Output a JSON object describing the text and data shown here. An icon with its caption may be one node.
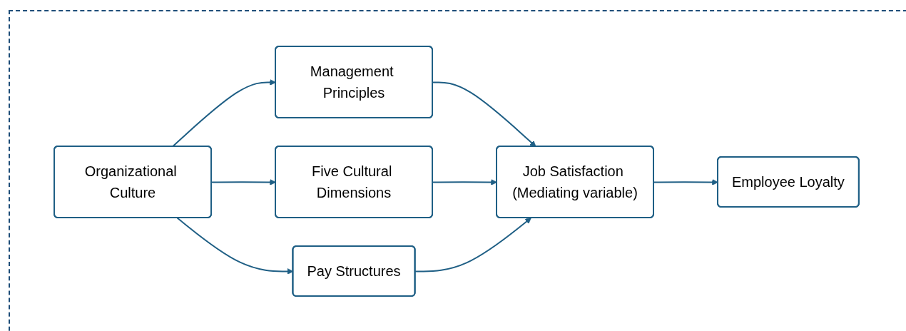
{
  "diagram": {
    "nodes": [
      {
        "text": [
          "Organizational Culture"
        ]
      },
      {
        "text": [
          "Management Principles"
        ]
      },
      {
        "text": [
          "Five Cultural Dimensions"
        ]
      },
      {
        "text": [
          "Pay Structures"
        ]
      },
      {
        "text": [
          "Job Satisfaction (Mediating variable)"
        ]
      },
      {
        "text": [
          "Employee Loyalty"
        ]
      }
    ],
    "edges": [
      {
        "from": 0,
        "to": 1,
        "arrow": "to"
      },
      {
        "from": 0,
        "to": 2,
        "arrow": "to"
      },
      {
        "from": 0,
        "to": 3,
        "arrow": "to"
      },
      {
        "from": 1,
        "to": 4,
        "arrow": "to"
      },
      {
        "from": 2,
        "to": 4,
        "arrow": "to"
      },
      {
        "from": 3,
        "to": 4,
        "arrow": "to"
      },
      {
        "from": 4,
        "to": 5,
        "arrow": "to"
      }
    ]
  }
}
